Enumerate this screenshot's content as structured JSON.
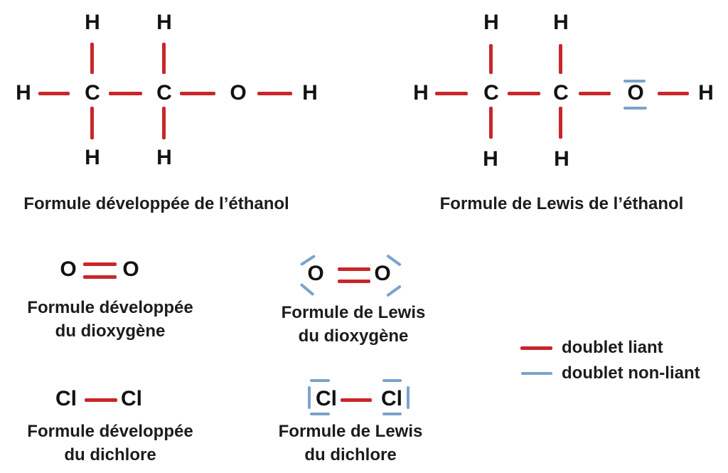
{
  "colors": {
    "bond": "#c9262b",
    "lone_pair": "#7ba3cc",
    "text": "#1c1c1c",
    "atom_text": "#121212",
    "background": "#ffffff"
  },
  "ethanol_developed": {
    "caption": "Formule développée de l’éthanol",
    "atoms": {
      "h_left": "H",
      "c1": "C",
      "c2": "C",
      "o": "O",
      "h_right": "H",
      "h_top1": "H",
      "h_top2": "H",
      "h_bottom1": "H",
      "h_bottom2": "H"
    }
  },
  "ethanol_lewis": {
    "caption": "Formule de Lewis de l’éthanol",
    "atoms": {
      "h_left": "H",
      "c1": "C",
      "c2": "C",
      "o": "O",
      "h_right": "H",
      "h_top1": "H",
      "h_top2": "H",
      "h_bottom1": "H",
      "h_bottom2": "H"
    }
  },
  "dioxygen_developed": {
    "caption_line1": "Formule développée",
    "caption_line2": "du dioxygène",
    "atoms": {
      "o1": "O",
      "o2": "O"
    }
  },
  "dioxygen_lewis": {
    "caption_line1": "Formule de Lewis",
    "caption_line2": "du dioxygène",
    "atoms": {
      "o1": "O",
      "o2": "O"
    }
  },
  "dichlorine_developed": {
    "caption_line1": "Formule développée",
    "caption_line2": "du dichlore",
    "atoms": {
      "cl1": "Cl",
      "cl2": "Cl"
    }
  },
  "dichlorine_lewis": {
    "caption_line1": "Formule de Lewis",
    "caption_line2": "du dichlore",
    "atoms": {
      "cl1": "Cl",
      "cl2": "Cl"
    }
  },
  "legend": {
    "bonding_label": "doublet liant",
    "nonbonding_label": "doublet non-liant"
  }
}
